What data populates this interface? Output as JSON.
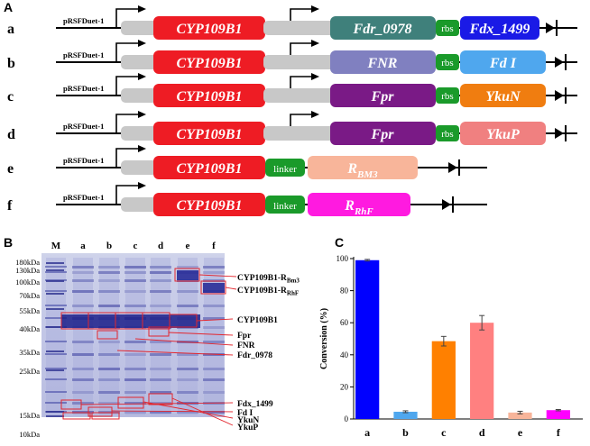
{
  "panels": {
    "a": "A",
    "b": "B",
    "c": "C"
  },
  "constructs": [
    {
      "row": "a",
      "plasmid": "pRSFDuet-1",
      "gene1": "CYP109B1",
      "gene2": "Fdr_0978",
      "link": "rbs",
      "gene3": "Fdx_1499",
      "colors": {
        "gene2": "#3f807b",
        "gene3": "#1a1ae6"
      }
    },
    {
      "row": "b",
      "plasmid": "pRSFDuet-1",
      "gene1": "CYP109B1",
      "gene2": "FNR",
      "link": "rbs",
      "gene3": "Fd I",
      "colors": {
        "gene2": "#8080c0",
        "gene3": "#4fa7ee"
      }
    },
    {
      "row": "c",
      "plasmid": "pRSFDuet-1",
      "gene1": "CYP109B1",
      "gene2": "Fpr",
      "link": "rbs",
      "gene3": "YkuN",
      "colors": {
        "gene2": "#7a1a86",
        "gene3": "#f07d10"
      }
    },
    {
      "row": "d",
      "plasmid": "pRSFDuet-1",
      "gene1": "CYP109B1",
      "gene2": "Fpr",
      "link": "rbs",
      "gene3": "YkuP",
      "colors": {
        "gene2": "#7a1a86",
        "gene3": "#f08080"
      }
    },
    {
      "row": "e",
      "plasmid": "pRSFDuet-1",
      "gene1": "CYP109B1",
      "link": "linker",
      "fusion": "R",
      "fusion_sub": "BM3",
      "colors": {
        "fusion": "#f8b59a"
      }
    },
    {
      "row": "f",
      "plasmid": "pRSFDuet-1",
      "gene1": "CYP109B1",
      "link": "linker",
      "fusion": "R",
      "fusion_sub": "RhF",
      "colors": {
        "fusion": "#ff1ae0"
      }
    }
  ],
  "gene1_color": "#ee1c24",
  "link_color": "#1a9a2a",
  "gel": {
    "lane_labels": [
      "M",
      "a",
      "b",
      "c",
      "d",
      "e",
      "f"
    ],
    "markers": [
      "180kDa",
      "130kDa",
      "100kDa",
      "70kDa",
      "55kDa",
      "40kDa",
      "35kDa",
      "25kDa",
      "15kDa",
      "10kDa"
    ],
    "annotations": [
      {
        "main": "CYP109B1-R",
        "sub": "Bm3"
      },
      {
        "main": "CYP109B1-R",
        "sub": "RhF"
      },
      {
        "main": "CYP109B1"
      },
      {
        "main": "Fpr"
      },
      {
        "main": "FNR"
      },
      {
        "main": "Fdr_0978"
      },
      {
        "main": "Fdx_1499"
      },
      {
        "main": "Fd I"
      },
      {
        "main": "YkuN"
      },
      {
        "main": "YkuP"
      }
    ]
  },
  "chart_data": {
    "type": "bar",
    "categories": [
      "a",
      "b",
      "c",
      "d",
      "e",
      "f"
    ],
    "values": [
      99,
      4.5,
      48.5,
      60,
      4,
      5.5
    ],
    "errors": [
      0.5,
      0.6,
      3,
      4.5,
      0.8,
      0.4
    ],
    "colors": [
      "#0000ff",
      "#4fa7ee",
      "#ff8000",
      "#ff8080",
      "#f8b59a",
      "#ff00ff"
    ],
    "ylabel": "Conversion (%)",
    "xlabel": "",
    "ylim": [
      0,
      100
    ],
    "yticks": [
      0,
      20,
      40,
      60,
      80,
      100
    ],
    "grid": false
  }
}
